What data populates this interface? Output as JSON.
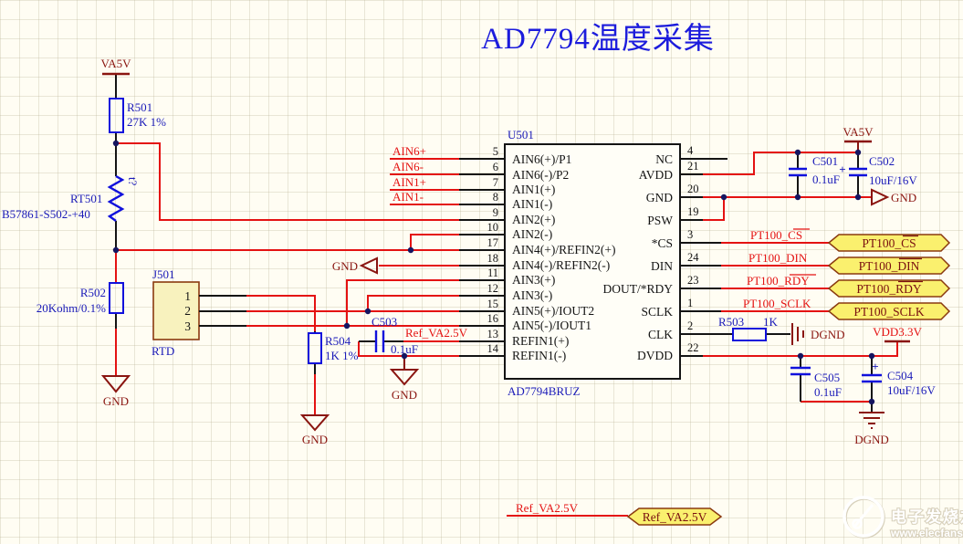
{
  "title": "AD7794温度采集",
  "labels": {
    "gnd": "GND",
    "dgnd": "DGND",
    "va5v": "VA5V",
    "vdd33": "VDD3.3V"
  },
  "ic": {
    "designator": "U501",
    "part": "AD7794BRUZ",
    "left_pins": [
      {
        "num": "5",
        "name": "AIN6(+)/P1"
      },
      {
        "num": "6",
        "name": "AIN6(-)/P2"
      },
      {
        "num": "7",
        "name": "AIN1(+)"
      },
      {
        "num": "8",
        "name": "AIN1(-)"
      },
      {
        "num": "9",
        "name": "AIN2(+)"
      },
      {
        "num": "10",
        "name": "AIN2(-)"
      },
      {
        "num": "17",
        "name": "AIN4(+)/REFIN2(+)"
      },
      {
        "num": "18",
        "name": "AIN4(-)/REFIN2(-)"
      },
      {
        "num": "11",
        "name": "AIN3(+)"
      },
      {
        "num": "12",
        "name": "AIN3(-)"
      },
      {
        "num": "15",
        "name": "AIN5(+)/IOUT2"
      },
      {
        "num": "16",
        "name": "AIN5(-)/IOUT1"
      },
      {
        "num": "13",
        "name": "REFIN1(+)"
      },
      {
        "num": "14",
        "name": "REFIN1(-)"
      }
    ],
    "right_pins": [
      {
        "num": "4",
        "name": "NC"
      },
      {
        "num": "21",
        "name": "AVDD"
      },
      {
        "num": "20",
        "name": "GND"
      },
      {
        "num": "19",
        "name": "PSW"
      },
      {
        "num": "3",
        "name": "*CS"
      },
      {
        "num": "24",
        "name": "DIN"
      },
      {
        "num": "23",
        "name": "DOUT/*RDY"
      },
      {
        "num": "1",
        "name": "SCLK"
      },
      {
        "num": "2",
        "name": "CLK"
      },
      {
        "num": "22",
        "name": "DVDD"
      }
    ]
  },
  "components": {
    "r501": {
      "designator": "R501",
      "value": "27K 1%"
    },
    "r502": {
      "designator": "R502",
      "value": "20Kohm/0.1%"
    },
    "r503": {
      "designator": "R503",
      "value": "1K"
    },
    "r504": {
      "designator": "R504",
      "value": "1K 1%"
    },
    "rt501": {
      "designator": "RT501",
      "value": "B57861-S502-+40",
      "marking": "t?"
    },
    "c501": {
      "designator": "C501",
      "value": "0.1uF"
    },
    "c502": {
      "designator": "C502",
      "value": "10uF/16V"
    },
    "c503": {
      "designator": "C503",
      "value": "0.1uF"
    },
    "c504": {
      "designator": "C504",
      "value": "10uF/16V"
    },
    "c505": {
      "designator": "C505",
      "value": "0.1uF"
    },
    "j501": {
      "designator": "J501",
      "type": "RTD",
      "pins": [
        "1",
        "2",
        "3"
      ]
    },
    "plus": "+"
  },
  "net_labels": {
    "ain6_p": "AIN6+",
    "ain6_n": "AIN6-",
    "ain1_p": "AIN1+",
    "ain1_n": "AIN1-",
    "cs": "PT100_CS",
    "din": "PT100_DIN",
    "rdy": "PT100_RDY",
    "sclk": "PT100_SCLK",
    "ref": "Ref_VA2.5V"
  },
  "ports": {
    "cs": "PT100_CS",
    "din": "PT100_DIN",
    "rdy": "PT100_RDY",
    "sclk": "PT100_SCLK",
    "ref": "Ref_VA2.5V"
  },
  "watermark": {
    "brand": "电子发烧友",
    "site": "www.elecfans.com"
  }
}
